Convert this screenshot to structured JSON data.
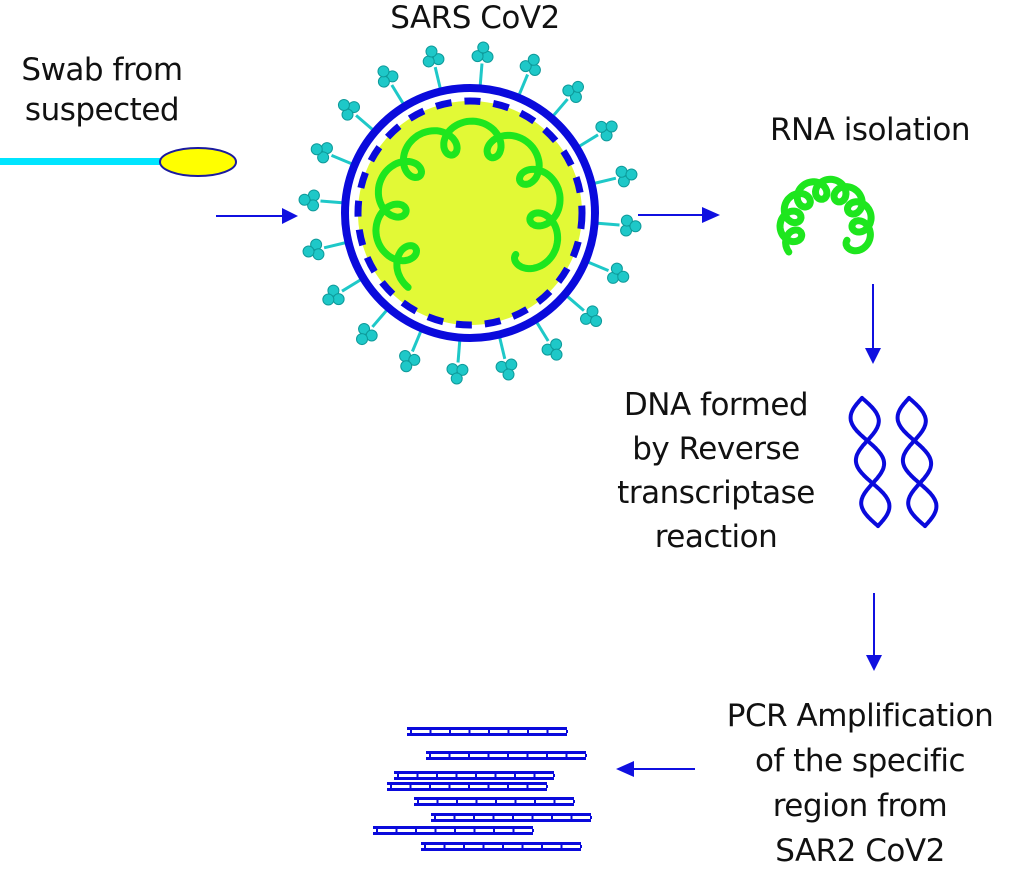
{
  "diagram": {
    "title": "RT-PCR detection workflow for SARS CoV2",
    "colors": {
      "arrow": "#1010e0",
      "virus_membrane": "#0a0adc",
      "virus_core": "#e2f936",
      "rna": "#1ee61e",
      "spike": "#1ec8c8",
      "swab_stick": "#00e5ff",
      "swab_tip": "#ffff00",
      "dna": "#0a0adc",
      "text": "#111111"
    },
    "steps": [
      {
        "id": "swab",
        "label_lines": [
          "Swab from",
          "suspected"
        ]
      },
      {
        "id": "virus",
        "label_lines": [
          "SARS CoV2"
        ]
      },
      {
        "id": "rna",
        "label_lines": [
          "RNA isolation"
        ]
      },
      {
        "id": "dna",
        "label_lines": [
          "DNA formed",
          "by Reverse",
          "transcriptase",
          "reaction"
        ]
      },
      {
        "id": "pcr",
        "label_lines": [
          "PCR Amplification",
          "of the specific",
          "region from",
          "SAR2 CoV2"
        ]
      }
    ],
    "arrows": [
      {
        "from": "swab",
        "to": "virus",
        "direction": "right"
      },
      {
        "from": "virus",
        "to": "rna",
        "direction": "right"
      },
      {
        "from": "rna",
        "to": "dna",
        "direction": "down"
      },
      {
        "from": "dna",
        "to": "pcr",
        "direction": "down"
      },
      {
        "from": "pcr",
        "to": "amplicons",
        "direction": "left"
      }
    ],
    "amplicon_count": 8,
    "spike_count": 20,
    "dna_helix_count": 2
  }
}
